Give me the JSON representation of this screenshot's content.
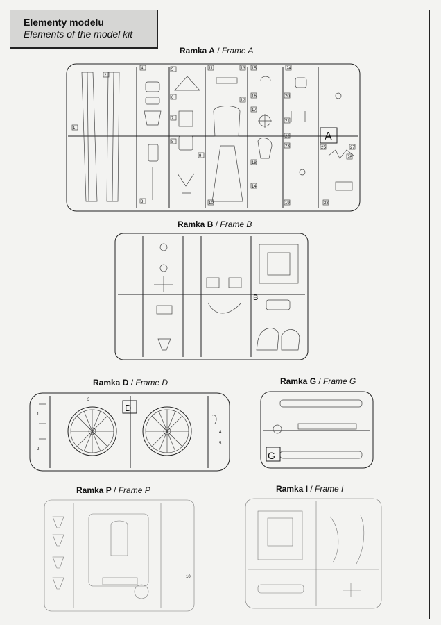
{
  "header": {
    "title_pl": "Elementy modelu",
    "title_en": "Elements of the model kit"
  },
  "frames": {
    "a": {
      "name": "Ramka A",
      "sep": " / ",
      "name_en": "Frame A",
      "letter": "A",
      "numbers": [
        "1",
        "2",
        "3",
        "4",
        "5",
        "6",
        "7",
        "8",
        "9",
        "10",
        "11",
        "12",
        "13",
        "14",
        "15",
        "16",
        "17",
        "18",
        "19",
        "20",
        "21",
        "22",
        "23",
        "24",
        "25",
        "26",
        "27",
        "28"
      ]
    },
    "b": {
      "name": "Ramka B",
      "sep": " / ",
      "name_en": "Frame B",
      "letter": "B"
    },
    "d": {
      "name": "Ramka D",
      "sep": " / ",
      "name_en": "Frame D",
      "letter": "D",
      "numbers": [
        "1",
        "2",
        "3",
        "4",
        "5"
      ]
    },
    "g": {
      "name": "Ramka G",
      "sep": " / ",
      "name_en": "Frame G",
      "letter": "G"
    },
    "p": {
      "name": "Ramka P",
      "sep": " / ",
      "name_en": "Frame P",
      "numbers": [
        "10"
      ]
    },
    "i": {
      "name": "Ramka I",
      "sep": " / ",
      "name_en": "Frame I"
    }
  }
}
